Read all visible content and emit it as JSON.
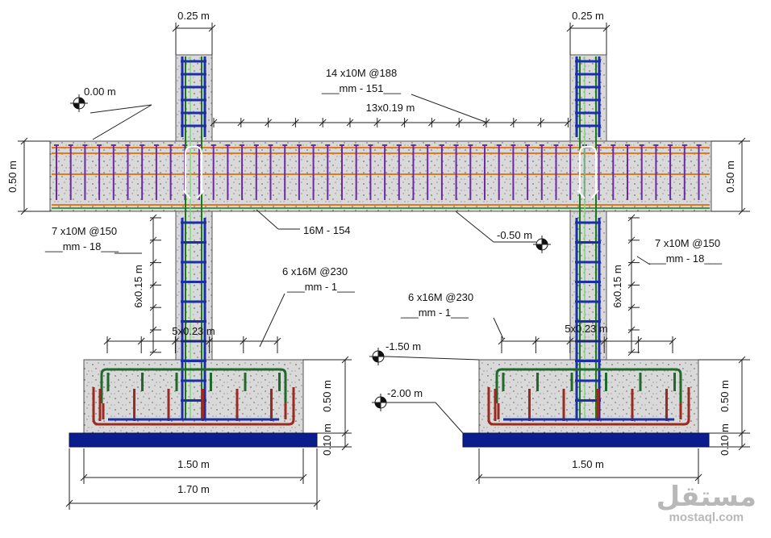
{
  "dimensions": {
    "col_width_left": "0.25 m",
    "col_width_right": "0.25 m",
    "beam_depth_left": "0.50 m",
    "beam_depth_right": "0.50 m",
    "beam_stirrup_spacing": "13x0.19 m",
    "col_tie_spacing_left": "6x0.15 m",
    "col_tie_spacing_right": "6x0.15 m",
    "footing_bar_spacing_left": "5x0.23 m",
    "footing_bar_spacing_right": "5x0.23 m",
    "footing_cover_left": "0.10 m",
    "footing_depth_left": "0.50 m",
    "footing_cover_right": "0.10 m",
    "footing_depth_right": "0.50 m",
    "footing_width_left": "1.50 m",
    "footing_width_right": "1.50 m",
    "blinding_width": "1.70 m"
  },
  "levels": {
    "top": "0.00 m",
    "beam_bottom": "-0.50 m",
    "footing_top": "-1.50 m",
    "footing_bottom": "-2.00 m"
  },
  "annotations": {
    "beam_stirrups_line1": "14 x10M  @188",
    "beam_stirrups_line2": "___mm - 151___",
    "beam_bottom_bar": "16M - 154",
    "col_ties_left_line1": "7 x10M  @150",
    "col_ties_left_line2": "___mm - 18___",
    "col_ties_right_line1": "7 x10M  @150",
    "col_ties_right_line2": "___mm - 18___",
    "footing_bars_left_line1": "6 x16M  @230",
    "footing_bars_left_line2": "___mm - 1___",
    "footing_bars_right_line1": "6 x16M  @230",
    "footing_bars_right_line2": "___mm - 1___"
  },
  "watermark": {
    "arabic": "مستقل",
    "latin": "mostaql.com"
  },
  "colors": {
    "concrete": "#d9d9d9",
    "tie": "#1c2fa8",
    "stirrup": "#6b2aa6",
    "longitudinal": "#1a7a1a",
    "beam_bars": "#e07a20",
    "footing_bottom_bars": "#9b2a20",
    "blinding": "#0a1d8c"
  }
}
